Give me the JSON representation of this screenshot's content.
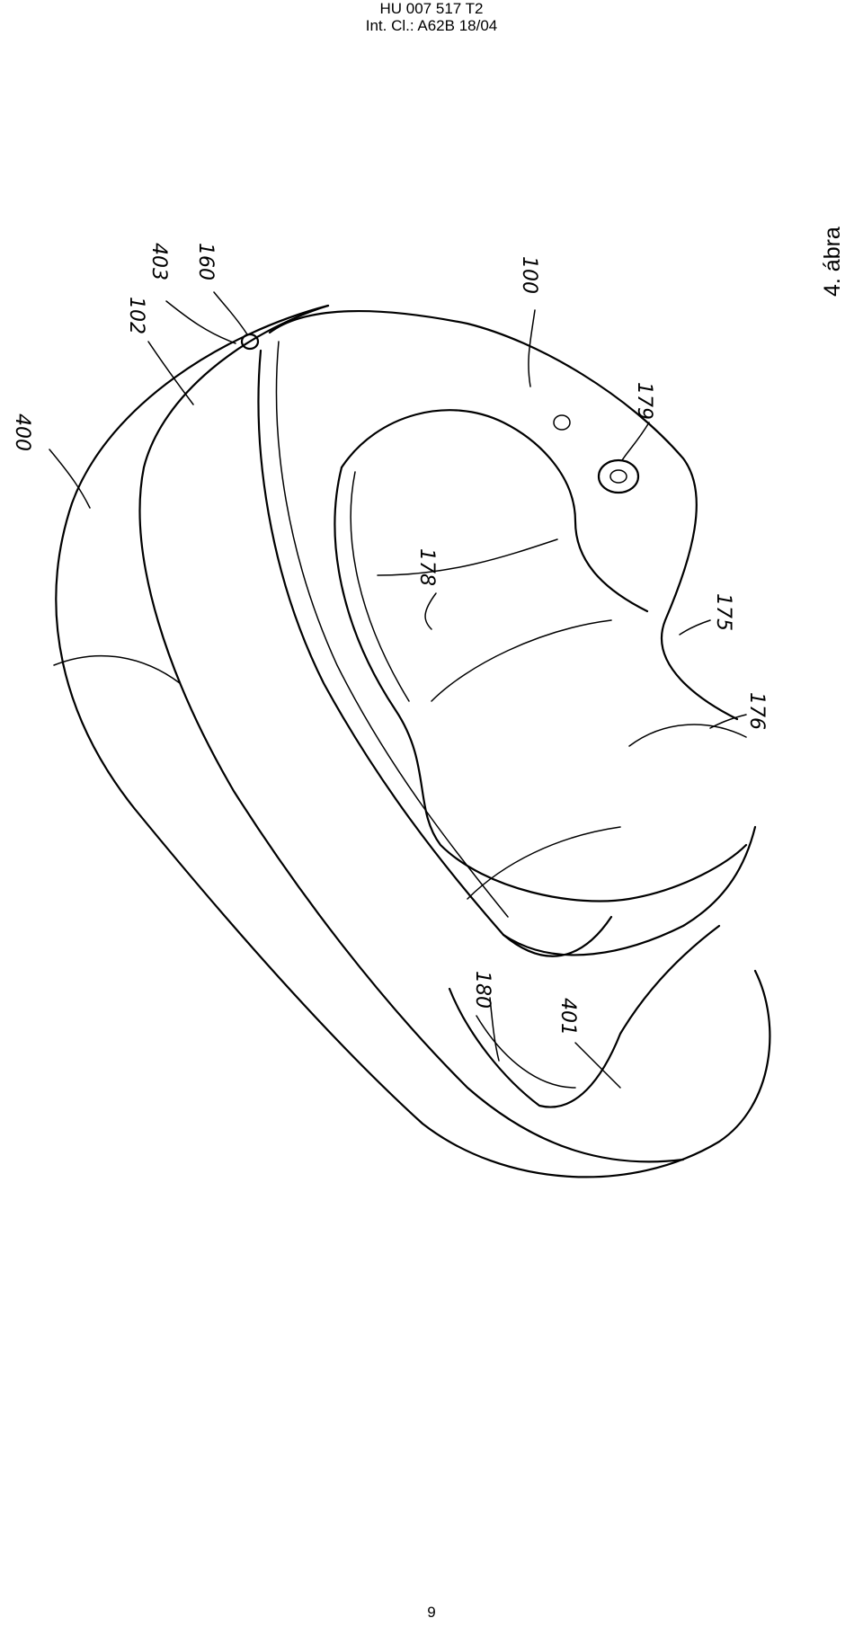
{
  "header": {
    "line1": "HU 007 517 T2",
    "line2": "Int. Cl.: A62B 18/04"
  },
  "figure": {
    "label": "4. ábra",
    "drawing_icon": "helmet-line-drawing",
    "reference_numerals": [
      "400",
      "102",
      "403",
      "160",
      "100",
      "179",
      "178",
      "175",
      "176",
      "180",
      "401"
    ]
  },
  "page_number": "9"
}
